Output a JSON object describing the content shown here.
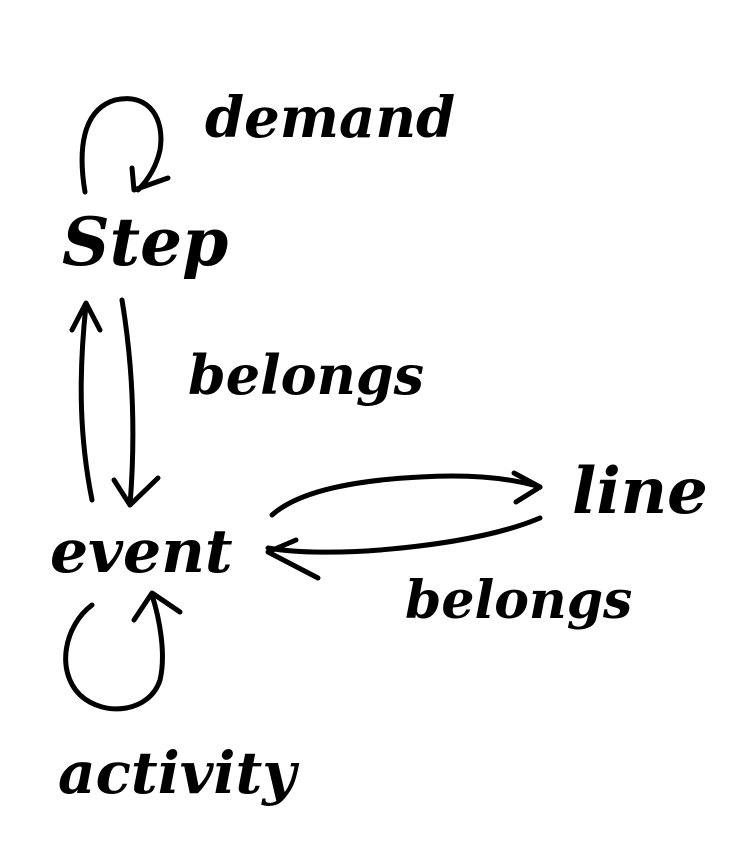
{
  "diagram": {
    "nodes": {
      "step": "Step",
      "event": "event",
      "line": "line"
    },
    "edges": {
      "demand": "demand",
      "belongs_step_event": "belongs",
      "belongs_line_event": "belongs",
      "activity": "activity"
    }
  },
  "colors": {
    "ink": "#000000",
    "background": "#ffffff"
  }
}
